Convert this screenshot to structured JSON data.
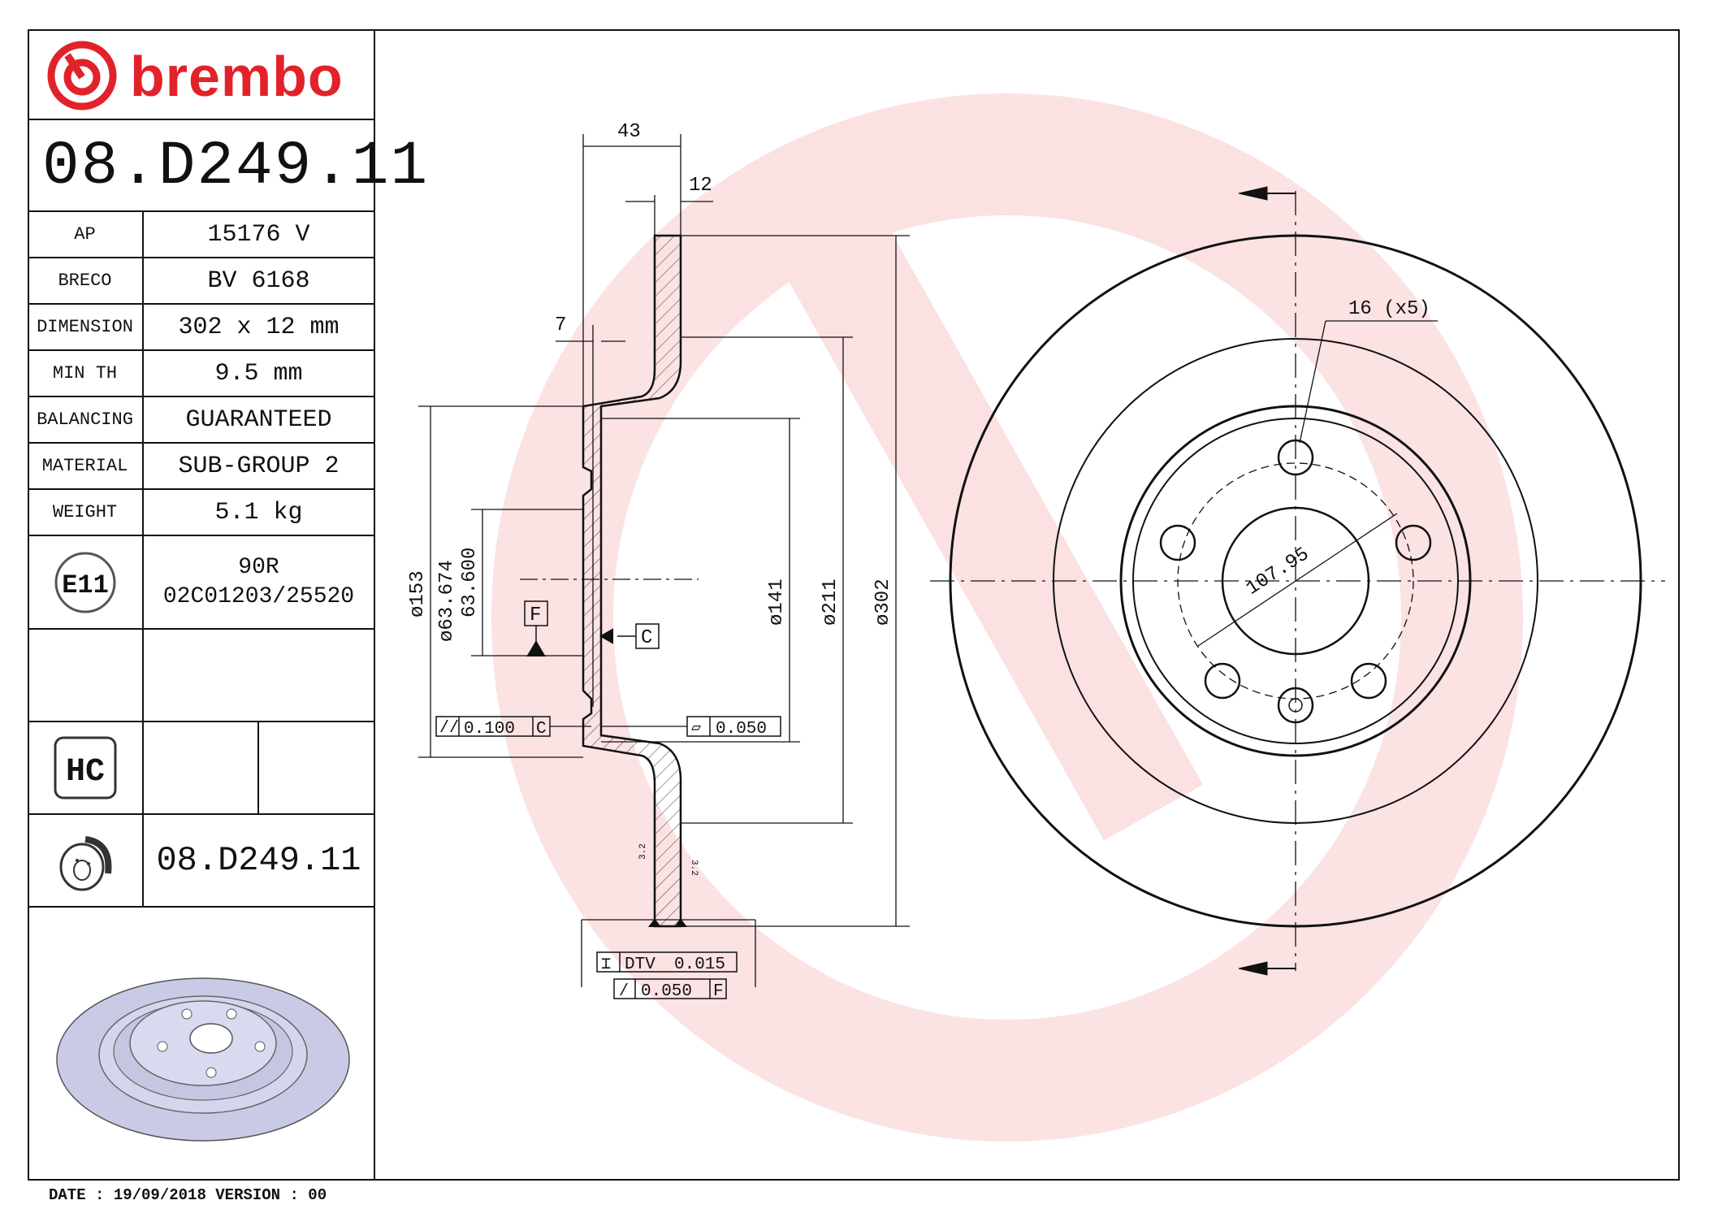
{
  "brand": {
    "name": "brembo",
    "color": "#e2222a"
  },
  "part_number": "08.D249.11",
  "specs": [
    {
      "label": "AP",
      "value": "15176 V"
    },
    {
      "label": "BRECO",
      "value": "BV 6168"
    },
    {
      "label": "DIMENSION",
      "value": "302 x 12 mm"
    },
    {
      "label": "MIN TH",
      "value": "9.5 mm"
    },
    {
      "label": "BALANCING",
      "value": "GUARANTEED"
    },
    {
      "label": "MATERIAL",
      "value": "SUB-GROUP 2"
    },
    {
      "label": "WEIGHT",
      "value": "5.1 kg"
    }
  ],
  "homologation": {
    "badge": "E11",
    "line1": "90R",
    "line2": "02C01203/25520"
  },
  "hc_badge": "HC",
  "bottom_part_number": "08.D249.11",
  "footer": {
    "date_label": "DATE :",
    "date": "19/09/2018",
    "version_label": "VERSION :",
    "version": "00"
  },
  "drawing": {
    "dim_43": "43",
    "dim_12": "12",
    "dim_7": "7",
    "dia_153": "ø153",
    "dia_63_674": "ø63.674",
    "dia_63_600": "63.600",
    "dia_141": "ø141",
    "dia_211": "ø211",
    "dia_302": "ø302",
    "datum_f": "F",
    "datum_c": "C",
    "tol_parallel": "0.100",
    "tol_parallel_ref": "C",
    "tol_flat": "0.050",
    "dtv_label": "DTV",
    "dtv_value": "0.015",
    "runout_value": "0.050",
    "runout_ref": "F",
    "rough_1": "3.2",
    "rough_2": "3.2",
    "holes": "16 (x5)",
    "pcd": "107.95"
  }
}
